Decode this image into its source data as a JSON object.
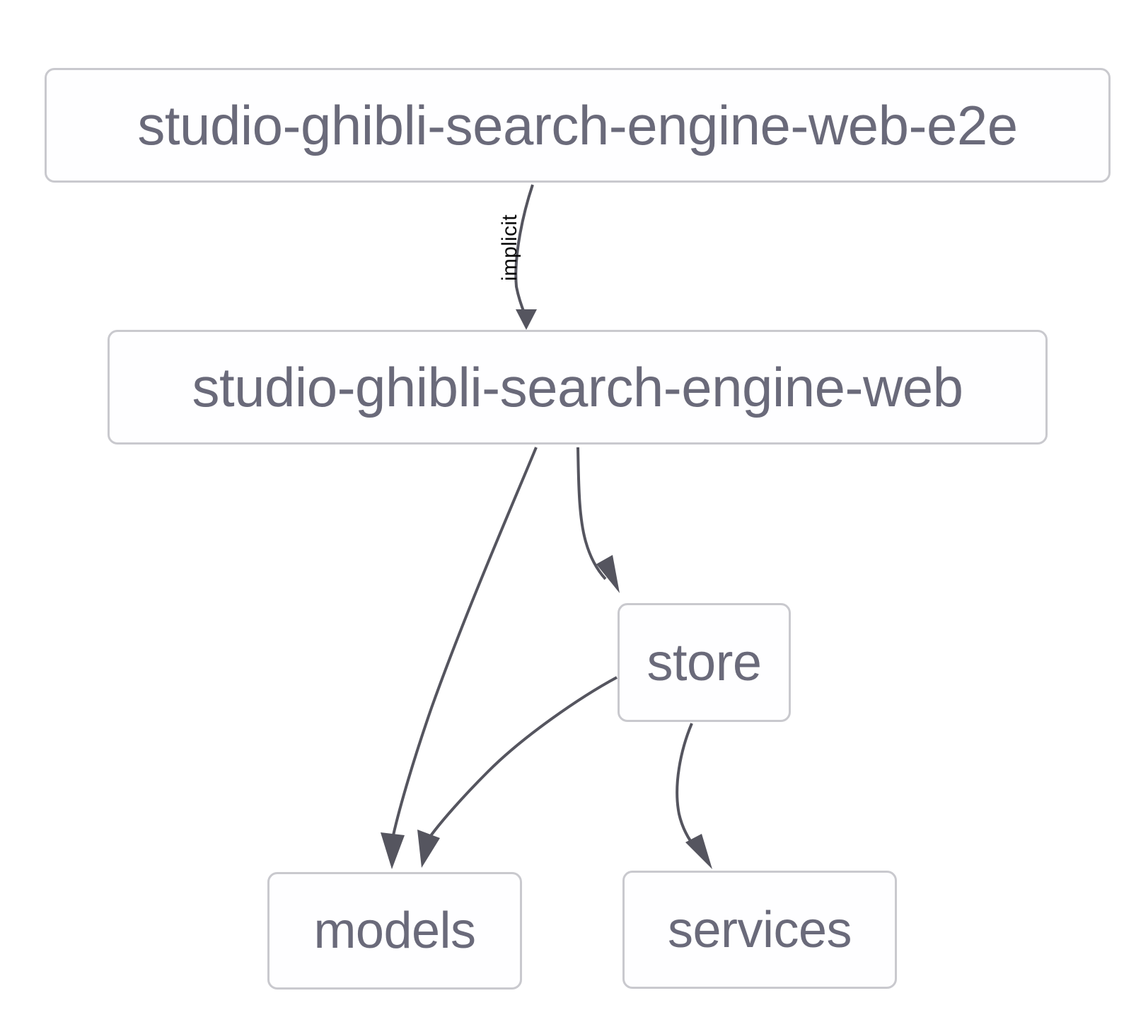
{
  "diagram": {
    "type": "dependency-graph",
    "background_color": "#ffffff",
    "node_border_color": "#c9c9ce",
    "node_text_color": "#6a6a7a",
    "edge_color": "#55555f",
    "edge_label_color": "#0a0a0a",
    "nodes": [
      {
        "id": "web-e2e",
        "label": "studio-ghibli-search-engine-web-e2e"
      },
      {
        "id": "web",
        "label": "studio-ghibli-search-engine-web"
      },
      {
        "id": "store",
        "label": "store"
      },
      {
        "id": "models",
        "label": "models"
      },
      {
        "id": "services",
        "label": "services"
      }
    ],
    "edges": [
      {
        "from": "web-e2e",
        "to": "web",
        "label": "implicit"
      },
      {
        "from": "web",
        "to": "models",
        "label": ""
      },
      {
        "from": "web",
        "to": "store",
        "label": ""
      },
      {
        "from": "store",
        "to": "models",
        "label": ""
      },
      {
        "from": "store",
        "to": "services",
        "label": ""
      }
    ]
  }
}
